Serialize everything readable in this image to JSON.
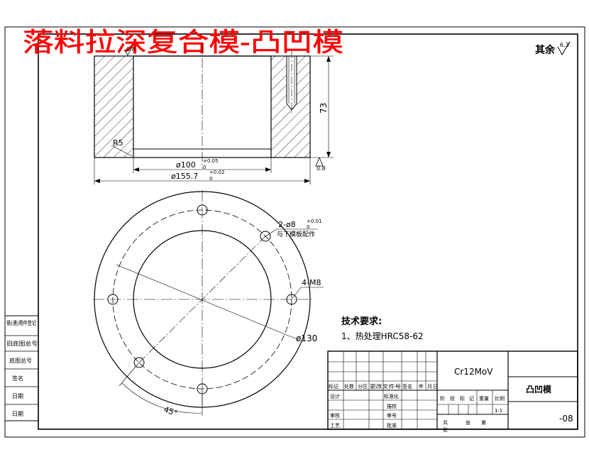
{
  "drawing": {
    "title": "落料拉深复合模-凸凹模",
    "surface_finish": "其余",
    "surface_finish_value": "6.3",
    "colors": {
      "title": "#ff0000",
      "line": "#000000",
      "background": "#ffffff"
    }
  },
  "section_view": {
    "height_dim": "73",
    "inner_dia": "ø100",
    "inner_tol_upper": "+0.05",
    "inner_tol_lower": "0",
    "outer_dia": "ø155.7",
    "outer_tol_upper": "+0.02",
    "outer_tol_lower": "0",
    "fillet": "R5",
    "roughness_top": "0.8",
    "roughness_bottom": "0.8"
  },
  "plan_view": {
    "pin_holes": "2-ø8",
    "pin_tol_upper": "+0.01",
    "pin_tol_lower": "0",
    "pin_note": "与下模板配作",
    "thread_holes": "4-M8",
    "pitch_circle": "ø130",
    "angle": "45°"
  },
  "tech_requirements": {
    "heading": "技术要求:",
    "items": [
      "1、热处理HRC58-62"
    ]
  },
  "left_strip": {
    "cells": [
      "借(通)用件登记",
      "旧底图总号",
      "底图总号",
      "签名",
      "日期",
      "日期"
    ]
  },
  "title_block": {
    "material": "Cr12MoV",
    "part_name": "凸凹模",
    "drawing_no": "-08",
    "scale": "1:1",
    "rev_headers": [
      "标记",
      "处数",
      "分区",
      "更改文件号",
      "签名",
      "年",
      "月",
      "日"
    ],
    "row_labels": [
      "设计",
      "审核",
      "工艺"
    ],
    "std_labels": [
      "标准化",
      "描校",
      "审号",
      "批准"
    ],
    "stage_labels": [
      "阶",
      "段",
      "标",
      "记",
      "重量",
      "比例"
    ],
    "sheet_labels": [
      "共",
      "张",
      "第",
      "张"
    ]
  }
}
